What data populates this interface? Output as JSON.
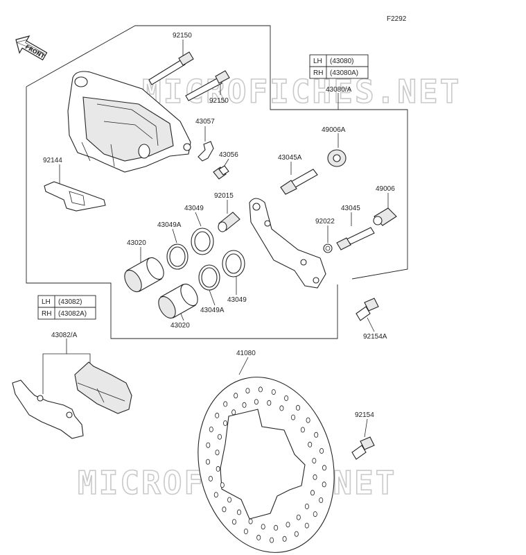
{
  "figure_code": "F2292",
  "front_marker": "FRONT",
  "watermark": "MICROFICHES.NET",
  "labels": {
    "p92150a": "92150",
    "p92150b": "92150",
    "p43057": "43057",
    "p43056": "43056",
    "p92144": "92144",
    "p43045A": "43045A",
    "p49006A": "49006A",
    "p92015": "92015",
    "p49006": "49006",
    "p43049a": "43049",
    "p43049Aa": "43049A",
    "p43045": "43045",
    "p92022": "92022",
    "p43020a": "43020",
    "p43049Ab": "43049A",
    "p43049b": "43049",
    "p43020b": "43020",
    "p92154A": "92154A",
    "p43080A": "43080/A",
    "p43082A": "43082/A",
    "p41080": "41080",
    "p92154": "92154"
  },
  "tables": {
    "caliper": {
      "rows": [
        {
          "side": "LH",
          "part": "(43080)"
        },
        {
          "side": "RH",
          "part": "(43080A)"
        }
      ]
    },
    "pads": {
      "rows": [
        {
          "side": "LH",
          "part": "(43082)"
        },
        {
          "side": "RH",
          "part": "(43082A)"
        }
      ]
    }
  }
}
